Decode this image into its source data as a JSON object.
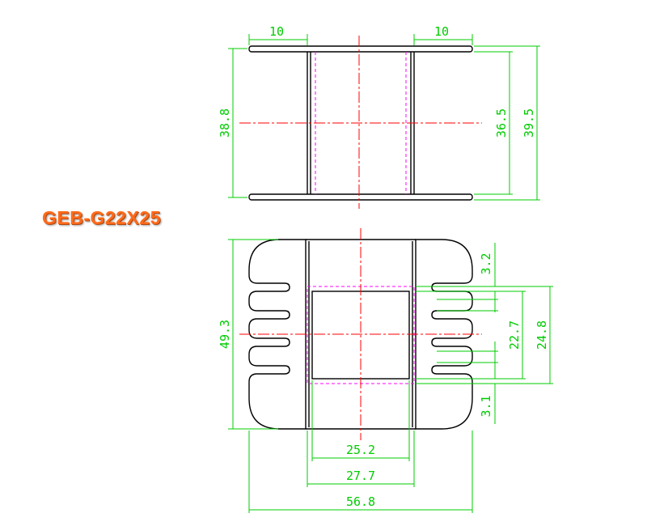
{
  "title": "GEB-G22X25",
  "colors": {
    "outline": "#000000",
    "centerline": "#ff0000",
    "hidden_line": "#ff00ff",
    "dimension": "#00cc00",
    "title": "#ff6a1a"
  },
  "side_view": {
    "dims": {
      "flange_left": "10",
      "flange_right": "10",
      "height_left": "38.8",
      "height_inner_right": "36.5",
      "height_outer_right": "39.5"
    }
  },
  "front_view": {
    "dims": {
      "overall_height": "49.3",
      "top_gap": "3.2",
      "window_inner": "22.7",
      "window_outer": "24.8",
      "bottom_gap": "3.1",
      "core_inner_width": "25.2",
      "core_outer_width": "27.7",
      "overall_width": "56.8"
    }
  }
}
